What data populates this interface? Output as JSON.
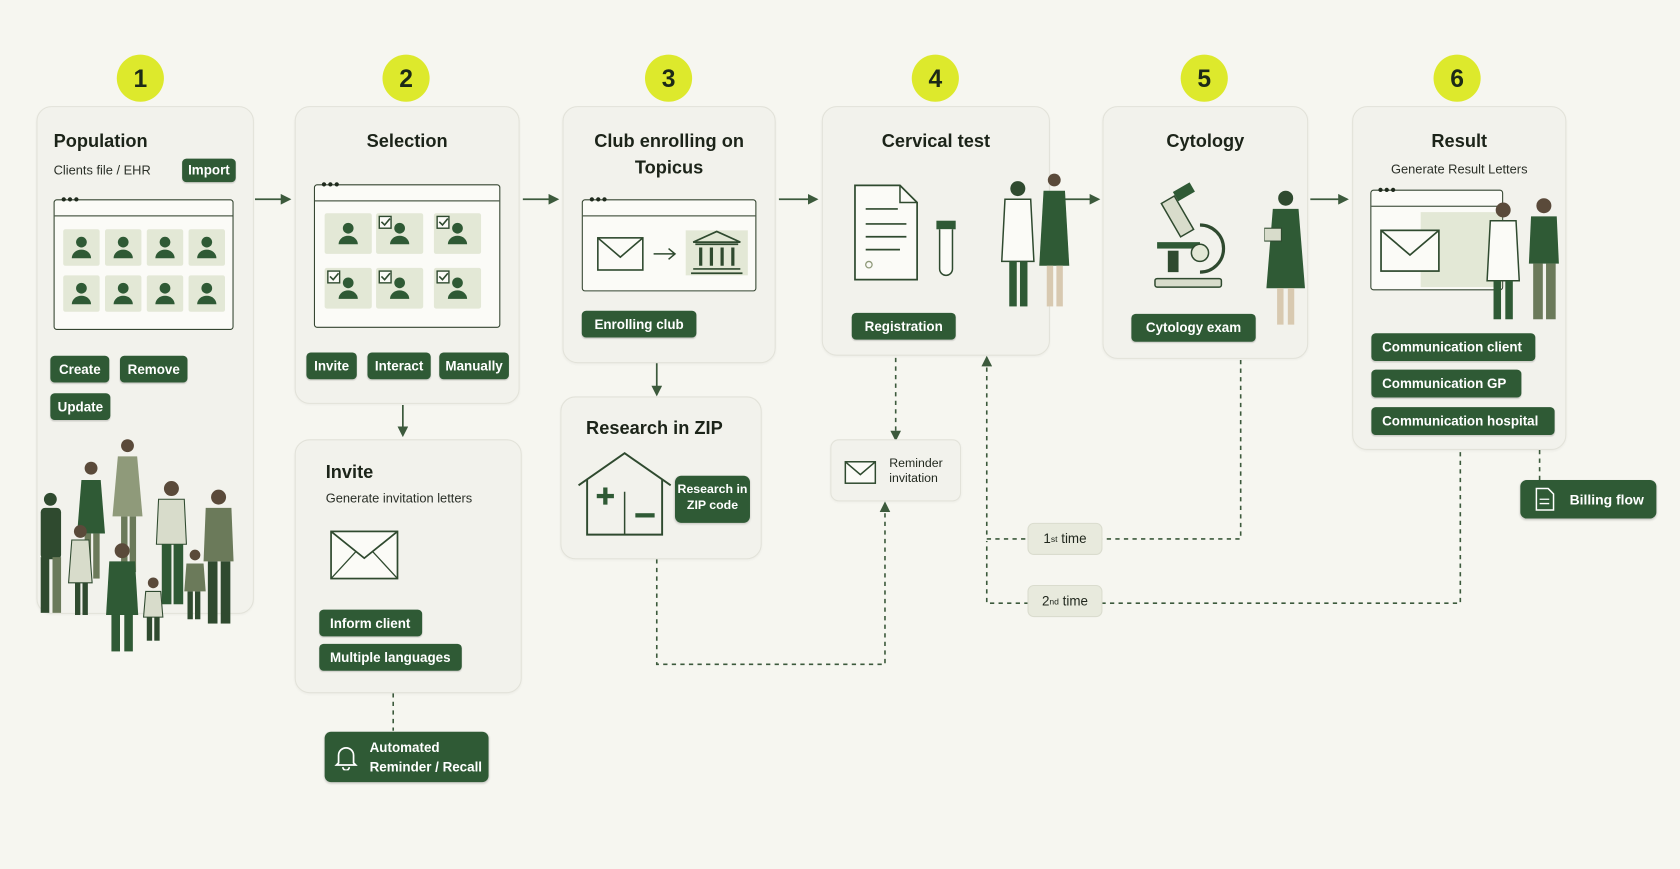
{
  "steps": [
    {
      "number": "1",
      "title": "Population",
      "subtitle": "Clients file / EHR",
      "import_label": "Import",
      "actions": [
        "Create",
        "Remove",
        "Update"
      ]
    },
    {
      "number": "2",
      "title": "Selection",
      "actions": [
        "Invite",
        "Interact",
        "Manually"
      ]
    },
    {
      "number": "3",
      "title_line1": "Club enrolling on",
      "title_line2": "Topicus",
      "action": "Enrolling club"
    },
    {
      "number": "4",
      "title": "Cervical test",
      "action": "Registration"
    },
    {
      "number": "5",
      "title": "Cytology",
      "action": "Cytology exam"
    },
    {
      "number": "6",
      "title": "Result",
      "subtitle": "Generate Result Letters",
      "actions": [
        "Communication client",
        "Communication GP",
        "Communication hospital"
      ]
    }
  ],
  "invite": {
    "title": "Invite",
    "subtitle": "Generate invitation letters",
    "actions": [
      "Inform client",
      "Multiple languages"
    ]
  },
  "research": {
    "title": "Research in ZIP",
    "badge_line1": "Research in",
    "badge_line2": "ZIP code"
  },
  "reminder": {
    "line1": "Reminder",
    "line2": "invitation"
  },
  "automated": {
    "line1": "Automated",
    "line2": "Reminder / Recall"
  },
  "billing": {
    "label": "Billing flow"
  },
  "loops": {
    "first": {
      "num": "1",
      "sup": "st",
      "word": "time"
    },
    "second": {
      "num": "2",
      "sup": "nd",
      "word": "time"
    }
  },
  "icons": [
    "person-icon",
    "checkbox-icon",
    "envelope-icon",
    "arrow-right-icon",
    "bank-icon",
    "document-icon",
    "test-tube-icon",
    "microscope-icon",
    "house-icon",
    "bell-icon",
    "invoice-icon"
  ],
  "colors": {
    "accent": "#dde92c",
    "primary": "#2f5a35",
    "background": "#f6f6f0",
    "card": "#f2f2ec"
  }
}
